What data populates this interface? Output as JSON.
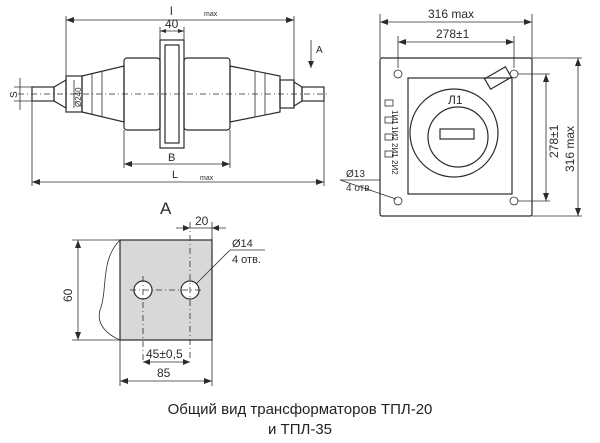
{
  "side_view": {
    "dims": {
      "l_top": "l",
      "max_sub": "max",
      "flange_width": "40",
      "s": "S",
      "d240": "Ø240",
      "b": "B",
      "l_bottom": "L",
      "a_arrow": "A"
    }
  },
  "front_view": {
    "overall_width": "316 max",
    "inner_width": "278±1",
    "inner_height": "278±1",
    "overall_height": "316 max",
    "label_l1": "Л1",
    "terminals": [
      "1И1",
      "1И2",
      "2И1",
      "2И2"
    ],
    "hole_dim": "Ø13",
    "hole_count": "4 отв."
  },
  "view_a": {
    "title": "A",
    "top_dim": "20",
    "hole_dim": "Ø14",
    "hole_count": "4 отв.",
    "height": "60",
    "spacing": "45±0,5",
    "width": "85"
  },
  "caption": {
    "line1": "Общий вид трансформаторов ТПЛ-20",
    "line2": "и ТПЛ-35"
  }
}
